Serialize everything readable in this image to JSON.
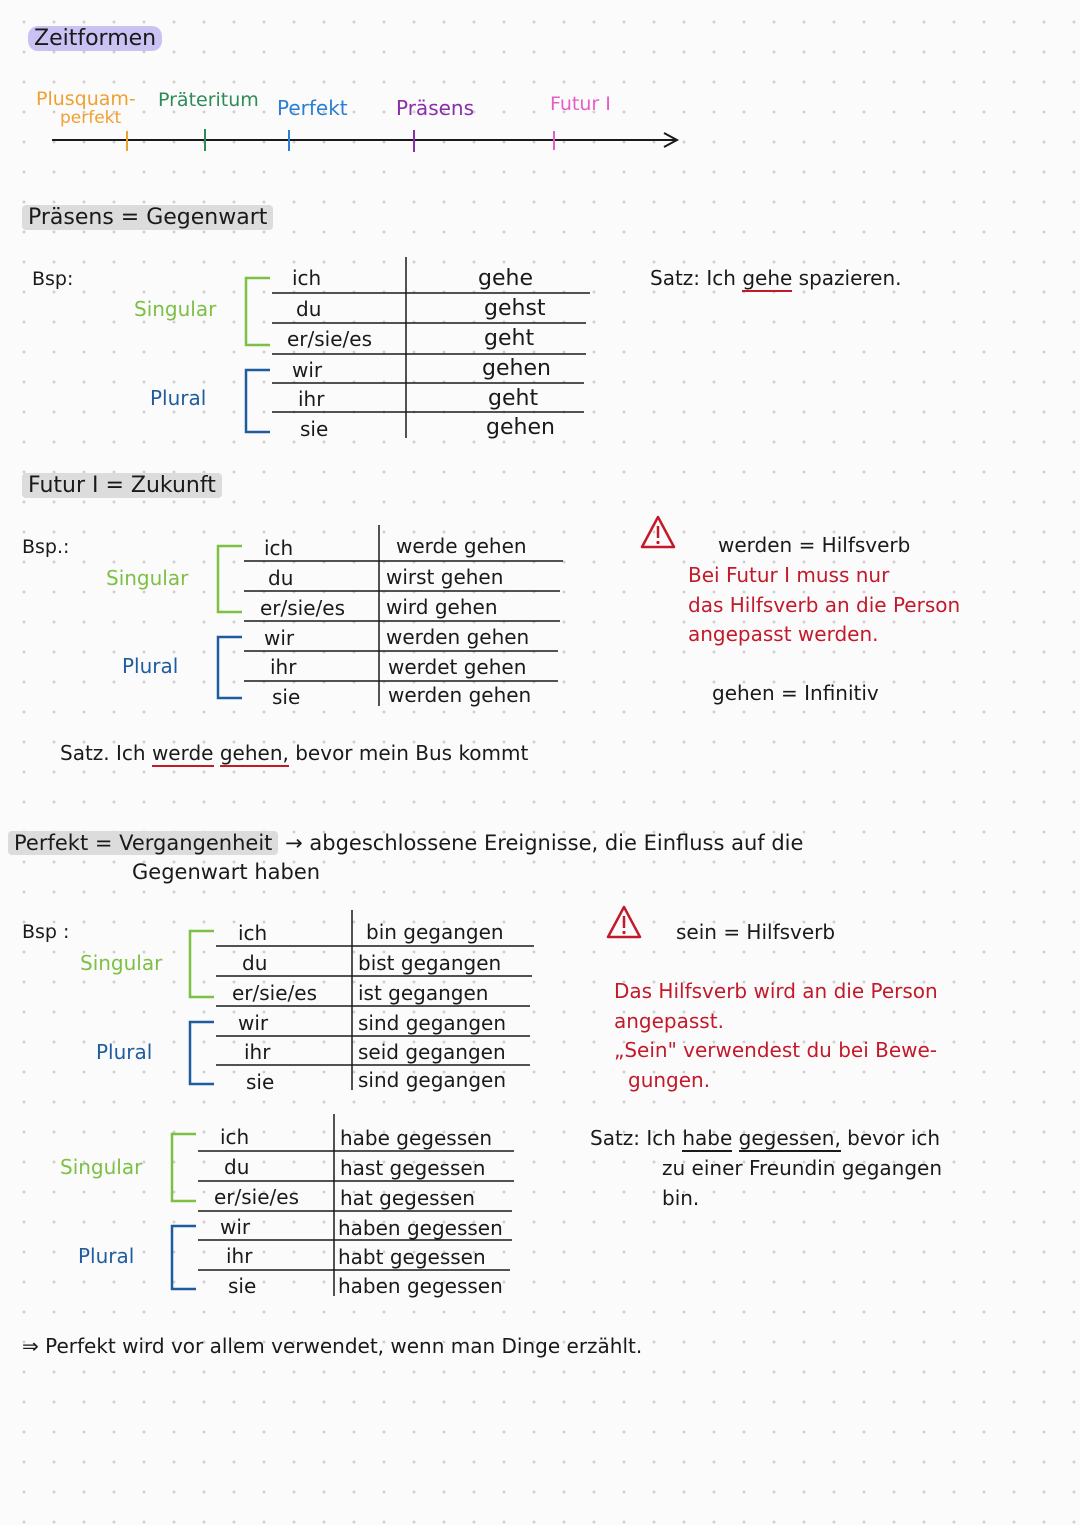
{
  "page_title": "Zeitformen",
  "timeline": {
    "plusquam_1": "Plusquam-",
    "plusquam_2": "perfekt",
    "praeteritum": "Präteritum",
    "perfekt": "Perfekt",
    "praesens": "Präsens",
    "futur": "Futur I"
  },
  "praesens": {
    "heading": "Präsens = Gegenwart",
    "bsp": "Bsp:",
    "singular": "Singular",
    "plural": "Plural",
    "pronouns": [
      "ich",
      "du",
      "er/sie/es",
      "wir",
      "ihr",
      "sie"
    ],
    "forms": [
      "gehe",
      "gehst",
      "geht",
      "gehen",
      "geht",
      "gehen"
    ],
    "satz_label": "Satz:",
    "satz_pre": "Ich",
    "satz_verb": "gehe",
    "satz_post": "spazieren."
  },
  "futur": {
    "heading": "Futur I = Zukunft",
    "bsp": "Bsp.:",
    "singular": "Singular",
    "plural": "Plural",
    "pronouns": [
      "ich",
      "du",
      "er/sie/es",
      "wir",
      "ihr",
      "sie"
    ],
    "forms": [
      "werde gehen",
      "wirst gehen",
      "wird gehen",
      "werden gehen",
      "werdet gehen",
      "werden gehen"
    ],
    "note_title": "werden = Hilfsverb",
    "note_lines": [
      "Bei Futur I muss nur",
      "das Hilfsverb an die Person",
      "angepasst werden."
    ],
    "infinitiv_note": "gehen = Infinitiv",
    "satz_label": "Satz.",
    "satz_pre": "Ich",
    "satz_verb1": "werde",
    "satz_verb2": "gehen,",
    "satz_post": "bevor mein Bus kommt"
  },
  "perfekt": {
    "heading": "Perfekt = Vergangenheit",
    "heading_rest_1": "→ abgeschlossene Ereignisse, die Einfluss auf die",
    "heading_rest_2": "Gegenwart haben",
    "bsp": "Bsp :",
    "singular": "Singular",
    "plural": "Plural",
    "pronouns": [
      "ich",
      "du",
      "er/sie/es",
      "wir",
      "ihr",
      "sie"
    ],
    "forms_sein": [
      "bin gegangen",
      "bist gegangen",
      "ist gegangen",
      "sind gegangen",
      "seid gegangen",
      "sind gegangen"
    ],
    "forms_haben": [
      "habe gegessen",
      "hast gegessen",
      "hat gegessen",
      "haben gegessen",
      "habt gegessen",
      "haben gegessen"
    ],
    "note_title": "sein = Hilfsverb",
    "note_lines": [
      "Das Hilfsverb wird an die Person",
      "angepasst.",
      "„Sein\" verwendest du bei Bewe-",
      "gungen."
    ],
    "satz_label": "Satz:",
    "satz_pre": "Ich",
    "satz_verb1": "habe",
    "satz_verb2": "gegessen,",
    "satz_post_1": "bevor ich",
    "satz_post_2": "zu einer Freundin gegangen",
    "satz_post_3": "bin.",
    "conclusion": "⇒ Perfekt wird vor allem verwendet, wenn man Dinge erzählt."
  },
  "colors": {
    "singular": "#7cc044",
    "plural": "#1f5c9e",
    "note_red": "#c21a2a",
    "title_highlight": "#c9c2f2",
    "heading_highlight": "#dcdcdc"
  },
  "icons": [
    "warning-triangle-icon",
    "timeline-arrow-icon"
  ]
}
